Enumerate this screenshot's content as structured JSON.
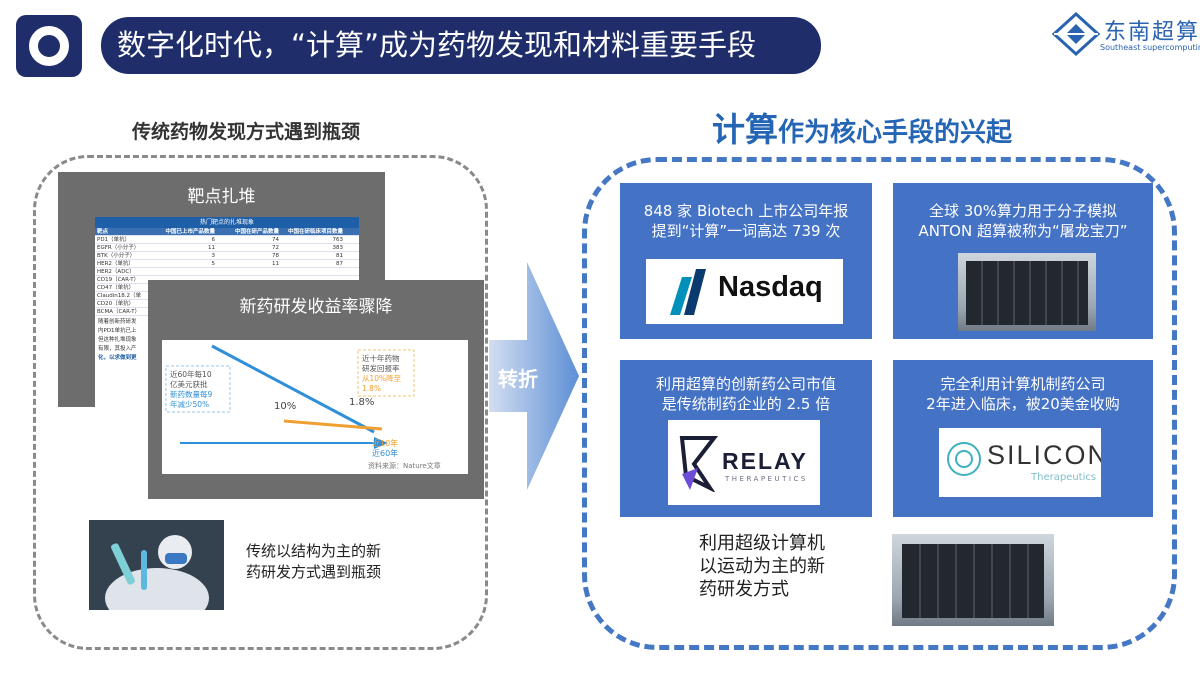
{
  "header": {
    "title": "数字化时代，“计算”成为药物发现和材料重要手段",
    "brand_name": "东南超算",
    "brand_sub": "Southeast supercomputing"
  },
  "left": {
    "heading": "传统药物发现方式遇到瓶颈",
    "card_back": {
      "title": "靶点扎堆",
      "table": {
        "title": "热门靶点的扎堆现象",
        "headers": [
          "靶点",
          "中国已上市产品数量",
          "中国在研产品数量",
          "中国在研临床项目数量"
        ],
        "rows": [
          [
            "PD1（单抗）",
            "6",
            "74",
            "763"
          ],
          [
            "EGFR（小分子）",
            "11",
            "72",
            "383"
          ],
          [
            "BTK（小分子）",
            "3",
            "78",
            "81"
          ],
          [
            "HER2（单抗）",
            "5",
            "11",
            "87"
          ],
          [
            "HER2（ADC）",
            "",
            "",
            ""
          ],
          [
            "CD19（CAR-T）",
            "",
            "",
            ""
          ],
          [
            "CD47（单抗）",
            "",
            "",
            ""
          ],
          [
            "Claudin18.2（单",
            "",
            "",
            ""
          ],
          [
            "CD20（单抗）",
            "",
            "",
            ""
          ],
          [
            "BCMA（CAR-T）",
            "",
            "",
            ""
          ]
        ],
        "notes": [
          "随着创新药研发",
          "内PD1单抗已上",
          "但这种扎堆现象",
          "有限，其投入产",
          "化，以求做到更"
        ]
      }
    },
    "card_front": {
      "title": "新药研发收益率骤降",
      "chart": {
        "left_note": [
          "近60年每10",
          "亿美元获批",
          "新药数量每9",
          "年减少50%"
        ],
        "right_note": [
          "近十年药物",
          "研发回报率",
          "从10%降至",
          "1.8%"
        ],
        "label_10": "10%",
        "label_18": "1.8%",
        "axis_labels": [
          "近10年",
          "近60年"
        ],
        "source": "资料来源：Nature文章"
      }
    },
    "caption_lines": [
      "传统以结构为主的新",
      "药研发方式遇到瓶颈"
    ]
  },
  "arrow_label": "转折",
  "right": {
    "heading_big": "计算",
    "heading_small": "作为核心手段的兴起",
    "tiles": [
      {
        "lines": [
          "848 家 Biotech 上市公司年报",
          "提到“计算”一词高达 739 次"
        ]
      },
      {
        "lines": [
          "全球 30%算力用于分子模拟",
          "ANTON 超算被称为“屠龙宝刀”"
        ]
      },
      {
        "lines": [
          "利用超算的创新药公司市值",
          "是传统制药企业的 2.5 倍"
        ]
      },
      {
        "lines": [
          "完全利用计算机制药公司",
          "2年进入临床，被20美金收购"
        ]
      }
    ],
    "logos": {
      "nasdaq": "Nasdaq",
      "relay": "RELAY",
      "relay_sub": "THERAPEUTICS",
      "silicon": "SILICON",
      "silicon_sub": "Therapeutics"
    },
    "caption_lines": [
      "利用超级计算机",
      "以运动为主的新",
      "药研发方式"
    ]
  },
  "colors": {
    "navy": "#1f2d6b",
    "tile_blue": "#4472c4",
    "heading_blue": "#2465b5",
    "chart_blue": "#2f8fd8",
    "chart_orange": "#f0a030"
  }
}
